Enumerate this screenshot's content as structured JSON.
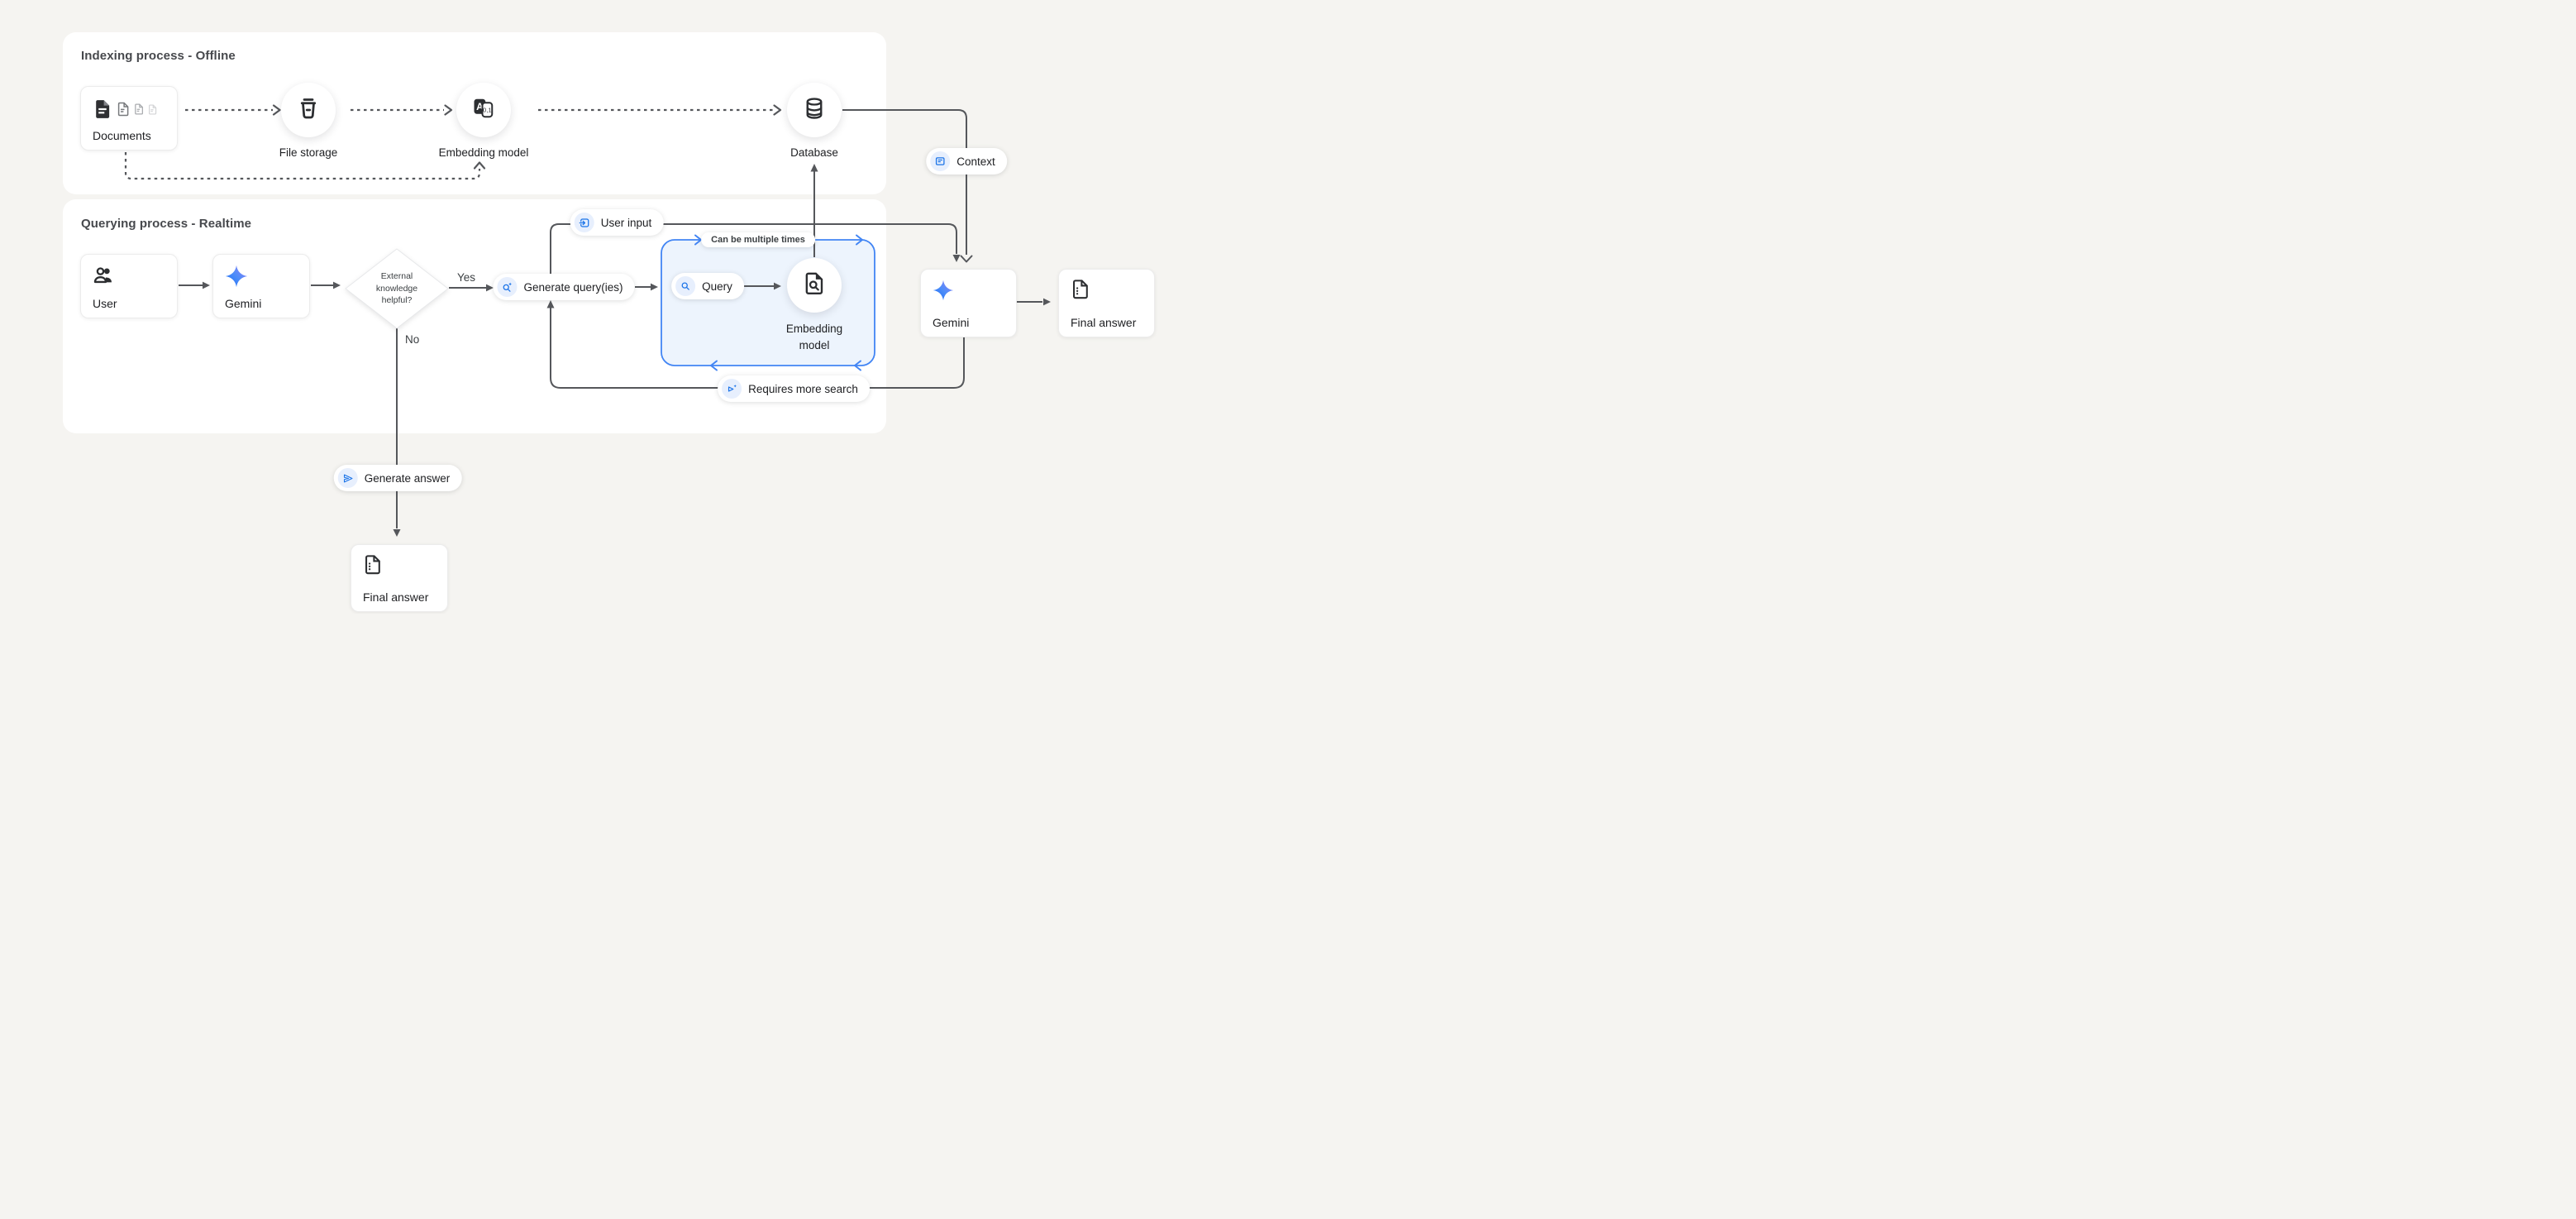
{
  "titles": {
    "indexing": "Indexing process - Offline",
    "querying": "Querying process - Realtime"
  },
  "nodes": {
    "documents": {
      "label": "Documents"
    },
    "file_storage": {
      "label": "File storage"
    },
    "embedding_offline": {
      "label": "Embedding model"
    },
    "database": {
      "label": "Database"
    },
    "user": {
      "label": "User"
    },
    "gemini": {
      "label": "Gemini"
    },
    "decision": {
      "line1": "External",
      "line2": "knowledge",
      "line3": "helpful?"
    },
    "generate_queries": {
      "label": "Generate query(ies)"
    },
    "query": {
      "label": "Query"
    },
    "embedding_online": {
      "line1": "Embedding",
      "line2": "model"
    },
    "gemini_final": {
      "label": "Gemini"
    },
    "final_answer_right": {
      "label": "Final answer"
    },
    "final_answer_bottom": {
      "label": "Final answer"
    }
  },
  "labels": {
    "user_input": "User input",
    "context": "Context",
    "can_be_multiple_times": "Can be multiple times",
    "requires_more_search": "Requires more search",
    "generate_answer": "Generate answer",
    "yes": "Yes",
    "no": "No"
  },
  "icon_glyphs": {
    "embedding_letter": "A",
    "embedding_bits": "0,1"
  },
  "colors": {
    "page_bg": "#f5f4f1",
    "panel_bg": "#ffffff",
    "line": "#55575b",
    "accent_blue": "#4285f4",
    "icon_blue": "#1a73e8",
    "badge_bg": "#e7effd",
    "loop_box_fill": "#edf4fd",
    "gemini_gradient_start": "#1c7dff",
    "gemini_gradient_end": "#9a7ef9"
  }
}
